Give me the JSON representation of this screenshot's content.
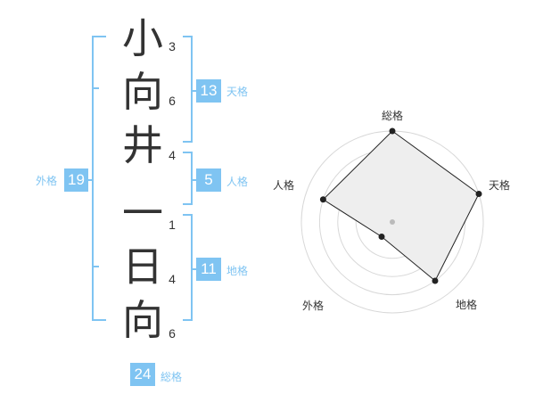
{
  "name": {
    "characters": [
      {
        "char": "小",
        "strokes": "3"
      },
      {
        "char": "向",
        "strokes": "6"
      },
      {
        "char": "井",
        "strokes": "4"
      },
      {
        "char": "一",
        "strokes": "1"
      },
      {
        "char": "日",
        "strokes": "4"
      },
      {
        "char": "向",
        "strokes": "6"
      }
    ]
  },
  "fortune": {
    "tenkaku": {
      "value": "13",
      "label": "天格"
    },
    "jinkaku": {
      "value": "5",
      "label": "人格"
    },
    "chikaku": {
      "value": "11",
      "label": "地格"
    },
    "gaikaku": {
      "value": "19",
      "label": "外格"
    },
    "soukaku": {
      "value": "24",
      "label": "総格"
    }
  },
  "chart_data": {
    "type": "radar",
    "axes": [
      "総格",
      "天格",
      "地格",
      "外格",
      "人格"
    ],
    "values": [
      5,
      5,
      4,
      1,
      4
    ],
    "range": [
      0,
      5
    ],
    "rings": 5,
    "fill": "#eeeeee",
    "line_color": "#222222",
    "ring_color": "#d8d8d8"
  },
  "colors": {
    "accent": "#7fc4f2",
    "text": "#333333"
  }
}
